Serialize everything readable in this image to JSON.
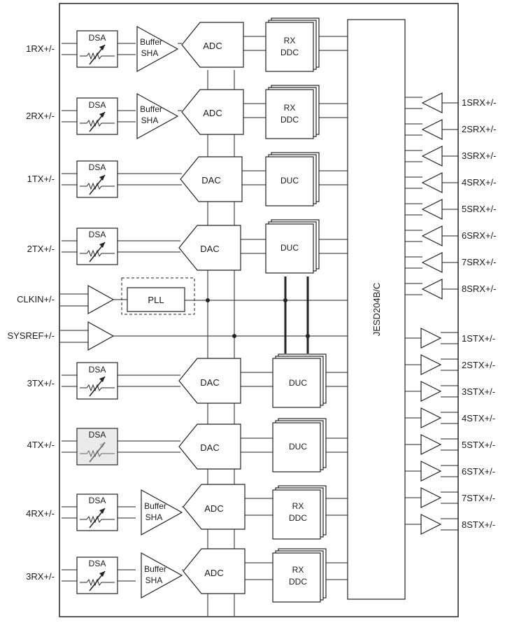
{
  "left_ports": {
    "rx1": "1RX+/-",
    "rx2": "2RX+/-",
    "tx1": "1TX+/-",
    "tx2": "2TX+/-",
    "clkin": "CLKIN+/-",
    "sysref": "SYSREF+/-",
    "tx3": "3TX+/-",
    "tx4": "4TX+/-",
    "rx4": "4RX+/-",
    "rx3": "3RX+/-"
  },
  "blocks": {
    "dsa": "DSA",
    "buffer": "Buffer",
    "sha": "SHA",
    "adc": "ADC",
    "dac": "DAC",
    "rx": "RX",
    "ddc": "DDC",
    "duc": "DUC",
    "pll": "PLL",
    "jesd": "JESD204B/C"
  },
  "right_ports": {
    "srx1": "1SRX+/-",
    "srx2": "2SRX+/-",
    "srx3": "3SRX+/-",
    "srx4": "4SRX+/-",
    "srx5": "5SRX+/-",
    "srx6": "6SRX+/-",
    "srx7": "7SRX+/-",
    "srx8": "8SRX+/-",
    "stx1": "1STX+/-",
    "stx2": "2STX+/-",
    "stx3": "3STX+/-",
    "stx4": "4STX+/-",
    "stx5": "5STX+/-",
    "stx6": "6STX+/-",
    "stx7": "7STX+/-",
    "stx8": "8STX+/-"
  },
  "colors": {
    "line": "#222222",
    "disabled_fill": "#e6e6e6",
    "background": "#ffffff"
  }
}
